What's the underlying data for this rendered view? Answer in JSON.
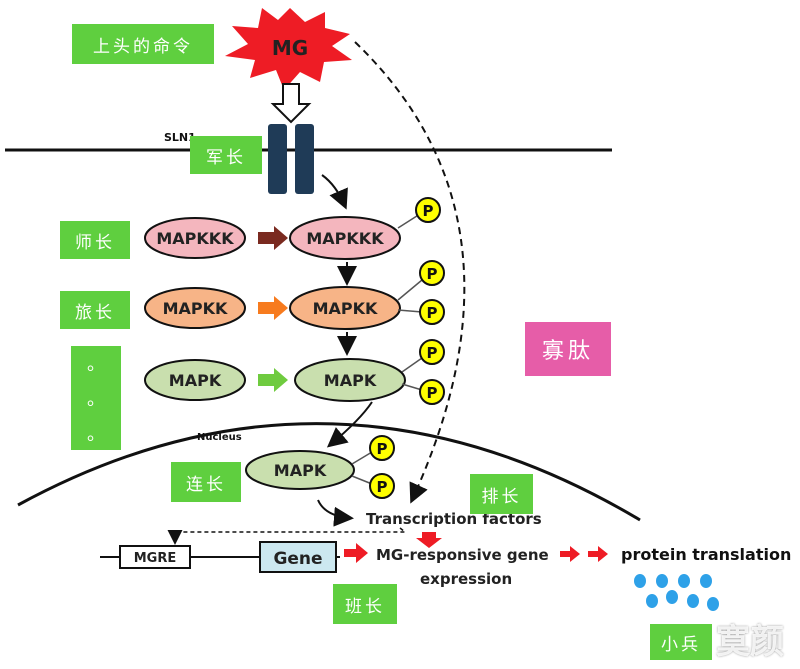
{
  "labels": {
    "top_command": "上头的命令",
    "army": "军长",
    "division": "师长",
    "brigade": "旅长",
    "ellipsis": [
      "。",
      "。",
      "。"
    ],
    "company": "连长",
    "battalion": "排长",
    "squad": "班长",
    "soldier": "小兵",
    "peptide": "寡肽"
  },
  "diagram": {
    "mg": "MG",
    "receptor": "SLN1",
    "nucleus": "Nucleus",
    "left_kinases": [
      "MAPKKK",
      "MAPKK",
      "MAPK"
    ],
    "right_kinases": [
      "MAPKKK",
      "MAPKK",
      "MAPK"
    ],
    "nuclear_kinase": "MAPK",
    "phospho": "P",
    "transcription": "Transcription factors",
    "mgre": "MGRE",
    "gene": "Gene",
    "expression_line1": "MG-responsive gene",
    "expression_line2": "expression",
    "protein": "protein translation"
  },
  "watermark": "寞颜",
  "colors": {
    "label_green": "#5fcf3f",
    "burst_red": "#ee1c25",
    "receptor_navy": "#1f3b57",
    "mapkkk_pink": "#f4b6be",
    "mapkk_orange": "#f7b487",
    "mapk_green": "#c9dfae",
    "phospho_yellow": "#ffff00",
    "gene_blue": "#cce8f0",
    "protein_dots": "#2ea1e8"
  }
}
